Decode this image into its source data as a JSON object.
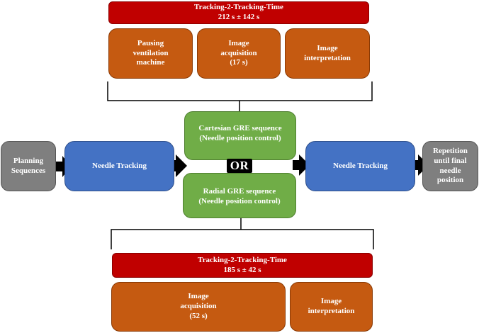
{
  "top": {
    "title_line1": "Tracking-2-Tracking-Time",
    "title_line2": "212 s ± 142 s",
    "steps": [
      "Pausing\nventilation\nmachine",
      "Image\nacquisition\n(17 s)",
      "Image\ninterpretation"
    ]
  },
  "flow": {
    "planning": "Planning\nSequences",
    "needle_tracking_left": "Needle Tracking",
    "cartesian": "Cartesian GRE sequence\n(Needle position control)",
    "or_label": "OR",
    "radial": "Radial GRE sequence\n(Needle position control)",
    "needle_tracking_right": "Needle Tracking",
    "repetition": "Repetition\nuntil final\nneedle\nposition"
  },
  "bottom": {
    "title_line1": "Tracking-2-Tracking-Time",
    "title_line2": "185 s ± 42 s",
    "steps": [
      "Image\nacquisition\n(52 s)",
      "Image\ninterpretation"
    ]
  },
  "colors": {
    "red": "#c00000",
    "orange": "#c55a11",
    "blue": "#4472c4",
    "green": "#70ad47",
    "gray": "#7f7f7f",
    "arrow": "#000000"
  }
}
